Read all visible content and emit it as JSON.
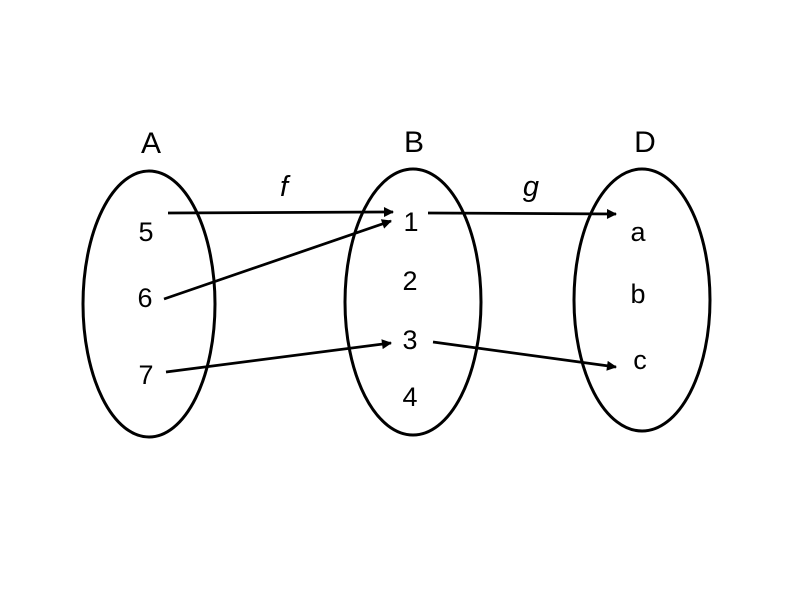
{
  "diagram": {
    "type": "function-mapping-diagram",
    "background": "#ffffff",
    "stroke_color": "#000000",
    "sets": [
      {
        "name": "A",
        "members": [
          "5",
          "6",
          "7"
        ]
      },
      {
        "name": "B",
        "members": [
          "1",
          "2",
          "3",
          "4"
        ]
      },
      {
        "name": "D",
        "members": [
          "a",
          "b",
          "c"
        ]
      }
    ],
    "functions": [
      {
        "label": "f",
        "from": "A",
        "to": "B",
        "mappings": [
          [
            "5",
            "1"
          ],
          [
            "6",
            "1"
          ],
          [
            "7",
            "3"
          ]
        ]
      },
      {
        "label": "g",
        "from": "B",
        "to": "D",
        "mappings": [
          [
            "1",
            "a"
          ],
          [
            "3",
            "c"
          ]
        ]
      }
    ]
  }
}
